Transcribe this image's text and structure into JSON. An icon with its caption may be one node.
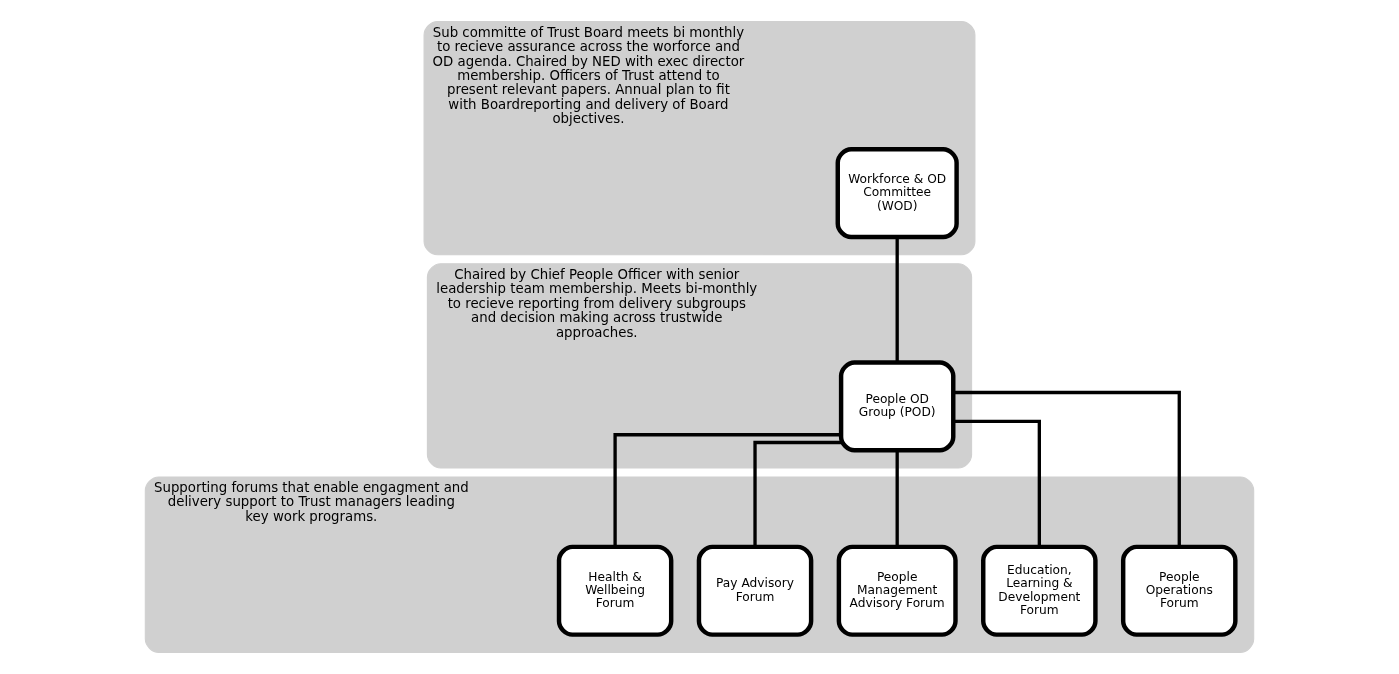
{
  "diagram": {
    "nodes": [
      {
        "text": [
          "Sub committe of Trust Board meets bi monthly to recieve assurance across the worforce and OD agenda. Chaired by NED with exec director membership. Officers of Trust attend to present relevant papers. Annual plan to fit with Boardreporting and delivery of Board objectives."
        ]
      },
      {
        "text": [
          "Workforce & OD Committee (WOD)"
        ],
        "in": 0
      },
      {
        "text": [
          "Chaired by Chief People Officer with senior leadership team membership. Meets bi-monthly to recieve reporting from delivery subgroups and decision making across trustwide approaches."
        ]
      },
      {
        "text": [
          "People OD Group (POD)"
        ],
        "in": 2
      },
      {
        "text": [
          "Supporting forums that enable engagment and delivery support to Trust managers leading key work programs."
        ]
      },
      {
        "text": [
          "Health & Wellbeing Forum"
        ],
        "in": 4
      },
      {
        "text": [
          "People Operations Forum"
        ],
        "in": 4
      },
      {
        "text": [
          "Education, Learning & Development Forum"
        ],
        "in": 4
      },
      {
        "text": [
          "People Management Advisory Forum"
        ],
        "in": 4
      },
      {
        "text": [
          "Pay Advisory Forum"
        ],
        "in": 4
      }
    ],
    "edges": [
      {
        "from": 1,
        "to": 3,
        "arrow": "none"
      },
      {
        "from": 3,
        "to": 5,
        "arrow": "none"
      },
      {
        "from": 3,
        "to": 6,
        "arrow": "none"
      },
      {
        "from": 3,
        "to": 7,
        "arrow": "none"
      },
      {
        "from": 3,
        "to": 8,
        "arrow": "none"
      },
      {
        "from": 3,
        "to": 9,
        "arrow": "none"
      }
    ]
  }
}
